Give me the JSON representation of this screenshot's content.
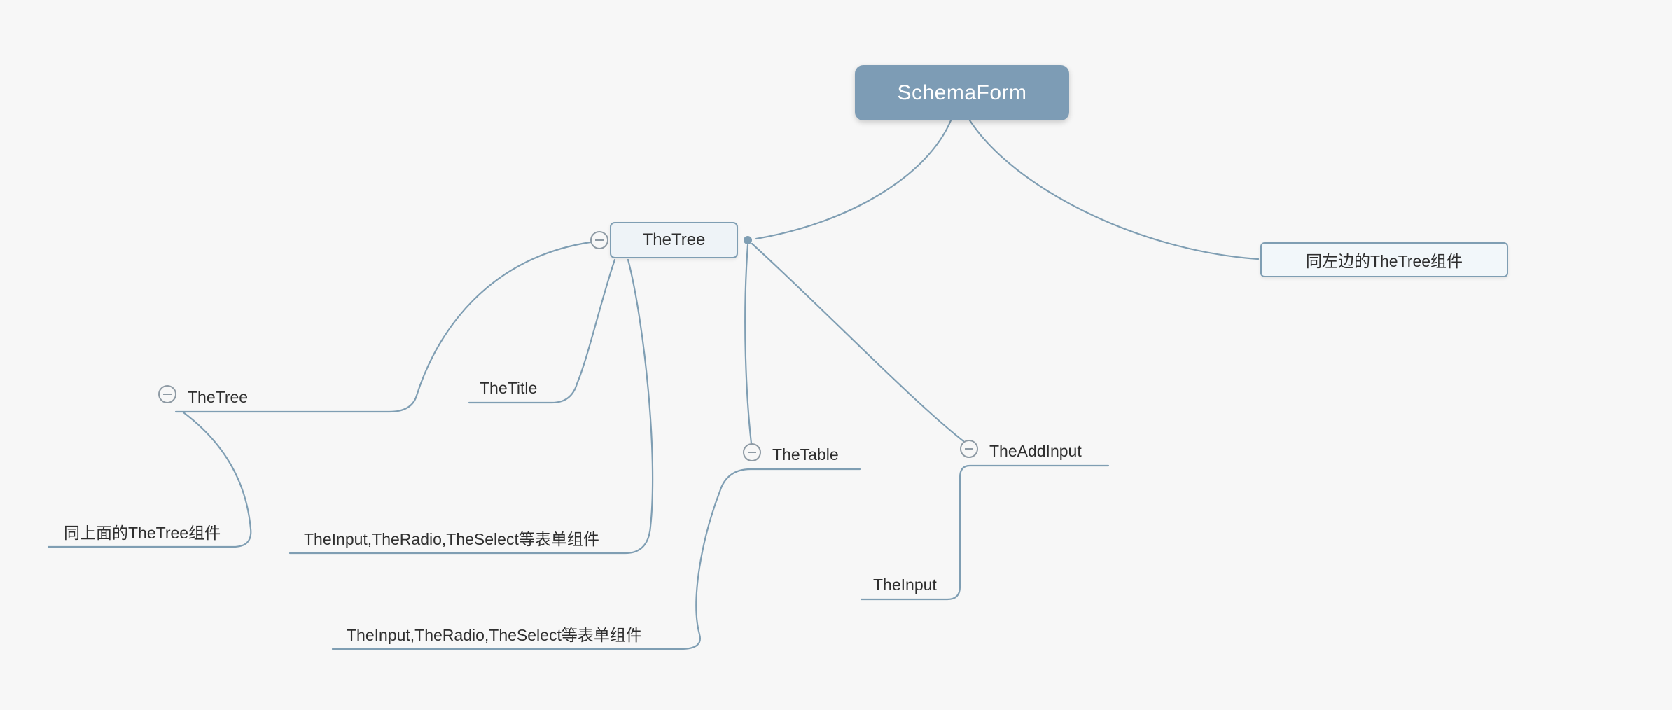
{
  "colors": {
    "background": "#f7f7f7",
    "edge": "#7f9eb3",
    "root_fill": "#7d9cb5",
    "root_text": "#ffffff",
    "box_fill": "#eef3f7",
    "box_border": "#7f9eb3",
    "note_fill": "#f2f7fa",
    "label_text": "#2e2e2e",
    "collapse_icon": "#8e9aa4"
  },
  "nodes": {
    "root": {
      "label": "SchemaForm"
    },
    "tree_main": {
      "label": "TheTree"
    },
    "right_note": {
      "label": "同左边的TheTree组件"
    },
    "tree_sub": {
      "label": "TheTree"
    },
    "title": {
      "label": "TheTitle"
    },
    "table": {
      "label": "TheTable"
    },
    "add_input": {
      "label": "TheAddInput"
    },
    "note_above": {
      "label": "同上面的TheTree组件"
    },
    "form_components_left": {
      "label": "TheInput,TheRadio,TheSelect等表单组件"
    },
    "input": {
      "label": "TheInput"
    },
    "form_components_bottom": {
      "label": "TheInput,TheRadio,TheSelect等表单组件"
    }
  }
}
